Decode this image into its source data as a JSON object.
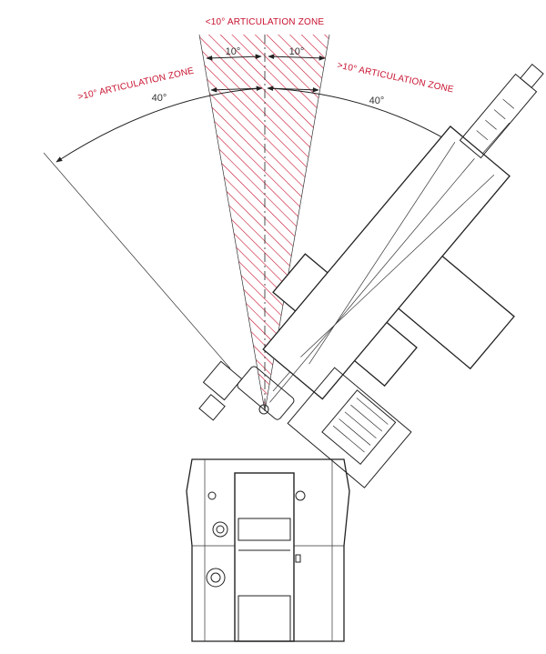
{
  "labels": {
    "center_zone": "<10° ARTICULATION ZONE",
    "left_zone": ">10° ARTICULATION ZONE",
    "right_zone": ">10° ARTICULATION ZONE",
    "angle_left_inner": "10°",
    "angle_right_inner": "10°",
    "angle_left_outer": "40°",
    "angle_right_outer": "40°"
  },
  "colors": {
    "accent": "#c8102e",
    "line": "#222222"
  }
}
